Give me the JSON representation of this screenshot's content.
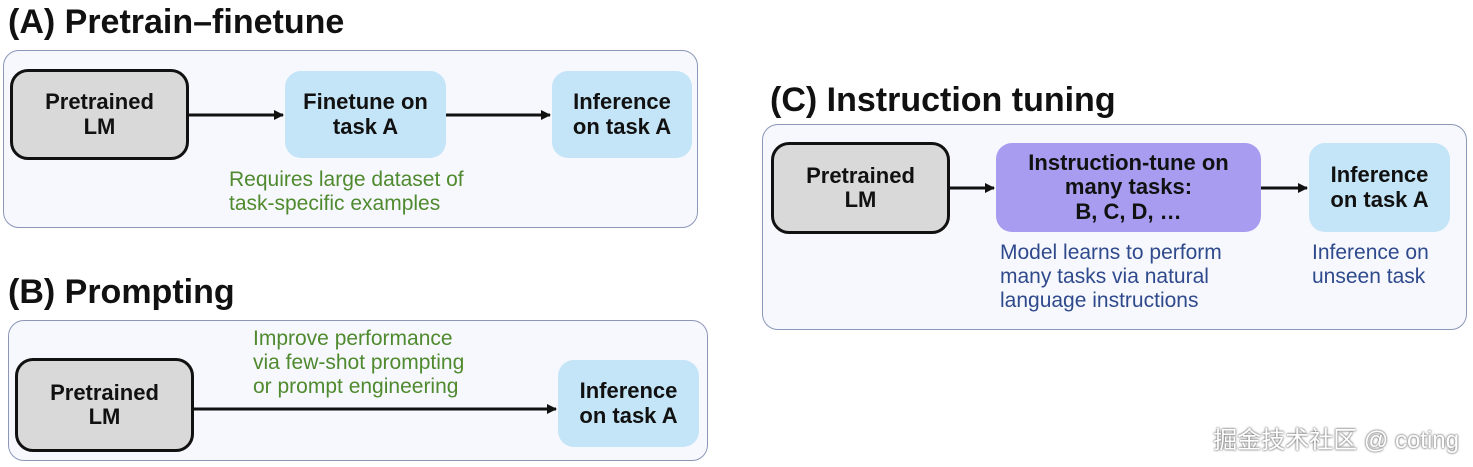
{
  "panel_a": {
    "title": "(A) Pretrain–finetune",
    "pretrained": [
      "Pretrained",
      "LM"
    ],
    "finetune": [
      "Finetune on",
      "task A"
    ],
    "inference": [
      "Inference",
      "on task A"
    ],
    "note": [
      "Requires large dataset of",
      "task-specific examples"
    ]
  },
  "panel_b": {
    "title": "(B) Prompting",
    "pretrained": [
      "Pretrained",
      "LM"
    ],
    "note": [
      "Improve performance",
      "via few-shot prompting",
      "or prompt engineering"
    ],
    "inference": [
      "Inference",
      "on task A"
    ]
  },
  "panel_c": {
    "title": "(C) Instruction tuning",
    "pretrained": [
      "Pretrained",
      "LM"
    ],
    "instruction": [
      "Instruction-tune on",
      "many tasks:",
      "B, C, D, …"
    ],
    "inference": [
      "Inference",
      "on task A"
    ],
    "note_left": [
      "Model learns to perform",
      "many tasks via natural",
      "language instructions"
    ],
    "note_right": [
      "Inference on",
      "unseen task"
    ]
  },
  "watermark": "掘金技术社区 @ coting",
  "colors": {
    "gray_box": "#d9d9d9",
    "blue_box": "#c4e4f7",
    "purple_box": "#a79cf0",
    "green_text": "#4f8a2e",
    "navy_text": "#2f4a8c",
    "panel_border": "#8c97b8"
  }
}
